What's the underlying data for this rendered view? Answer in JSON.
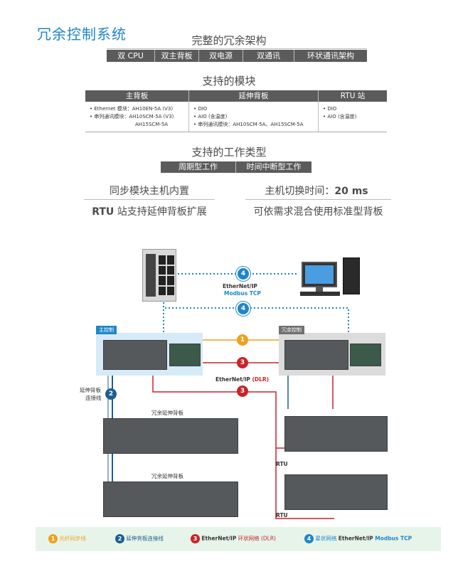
{
  "page_title": "冗余控制系统",
  "architecture": {
    "title": "完整的冗余架构",
    "items": [
      "双 CPU",
      "双主背板",
      "双电源",
      "双通讯",
      "环状通讯架构"
    ]
  },
  "modules": {
    "title": "支持的模块",
    "columns": [
      {
        "header": "主背板",
        "lines": [
          "• Ethernet 模块：AH10EN-5A (V3)",
          "• 串列通讯模块：AH10SCM-5A (V3)",
          "AH15SCM-5A"
        ]
      },
      {
        "header": "延伸背板",
        "lines": [
          "• DIO",
          "• AIO (含温度)",
          "• 串列通讯模块：AH10SCM-5A、AH15SCM-5A"
        ]
      },
      {
        "header": "RTU 站",
        "lines": [
          "• DIO",
          "• AIO (含温度)"
        ]
      }
    ]
  },
  "work_types": {
    "title": "支持的工作类型",
    "items": [
      "周期型工作",
      "时间中断型工作"
    ]
  },
  "features": {
    "left_1": "同步模块主机内置",
    "left_2_bold": "RTU",
    "left_2_rest": " 站支持延伸背板扩展",
    "right_1_text": "主机切换时间：",
    "right_1_value": "20 ms",
    "right_2": "可依需求混合使用标准型背板"
  },
  "diagram": {
    "main_control": "主控制",
    "redundant_control": "冗余控制",
    "ext_backplane_1": "冗余延伸背板",
    "ext_backplane_2": "冗余延伸背板",
    "ext_link_label_1": "延伸背板",
    "ext_link_label_2": "连接线",
    "ethernet_ip": "EtherNet/IP",
    "modbus_tcp": "Modbus TCP",
    "dlr": "(DLR)",
    "rtu_1": "RTU",
    "rtu_2": "RTU",
    "badges": [
      "1",
      "2",
      "3",
      "3",
      "4",
      "4"
    ]
  },
  "legend": [
    {
      "num": "1",
      "text": "光纤同步线",
      "color": "#f0a01f"
    },
    {
      "num": "2",
      "text": "延伸背板连接线",
      "color": "#1d5e91"
    },
    {
      "num": "3",
      "text_bold": "EtherNet/IP",
      "text": " 环状网络 (DLR)",
      "color": "#c8242b"
    },
    {
      "num": "4",
      "text": "星状网络 ",
      "text_bold": "EtherNet/IP",
      "text_tail": " Modbus TCP",
      "color": "#1f86c8"
    }
  ],
  "colors": {
    "accent": "#1f86c8",
    "orange": "#f0a01f",
    "red": "#c8242b",
    "navy": "#1d5e91"
  }
}
